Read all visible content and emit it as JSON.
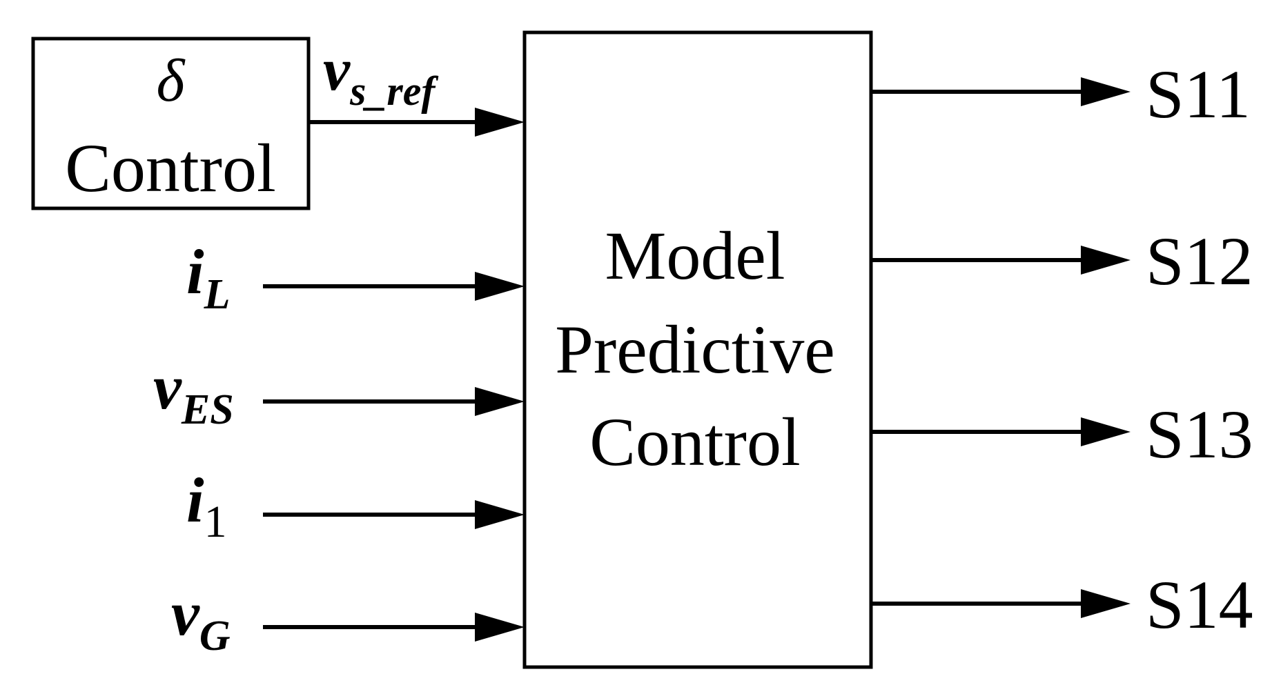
{
  "delta_block": {
    "symbol": "δ",
    "label": "Control"
  },
  "mpc_block": {
    "line1": "Model",
    "line2": "Predictive",
    "line3": "Control"
  },
  "inputs": {
    "vs_ref": {
      "main": "v",
      "sub": "s_ref"
    },
    "iL": {
      "main": "i",
      "sub": "L"
    },
    "vES": {
      "main": "v",
      "sub": "ES"
    },
    "i1": {
      "main": "i",
      "sub": "1"
    },
    "vG": {
      "main": "v",
      "sub": "G"
    }
  },
  "outputs": [
    "S11",
    "S12",
    "S13",
    "S14"
  ]
}
